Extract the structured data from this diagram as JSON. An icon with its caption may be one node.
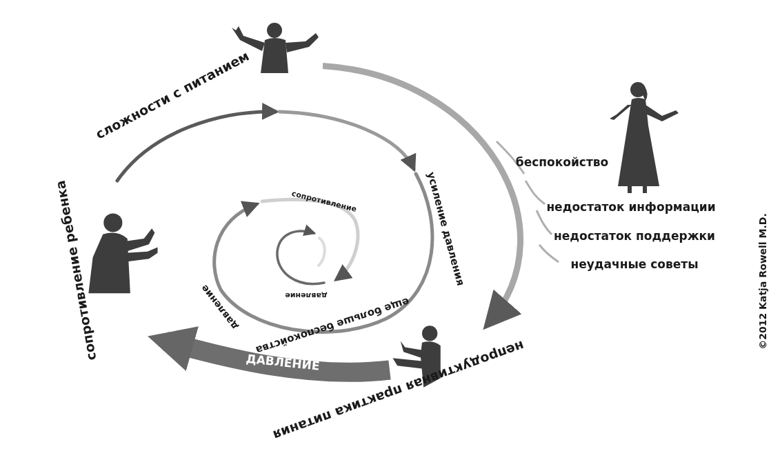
{
  "diagram": {
    "nodes": [
      {
        "text": [],
        "shape": "person"
      },
      {
        "text": [],
        "shape": "person"
      },
      {
        "text": [],
        "shape": "person"
      },
      {
        "text": [],
        "shape": "person"
      }
    ],
    "edges": [
      {
        "from": 0,
        "to": 2,
        "arrow": "to"
      },
      {
        "from": 2,
        "to": 3,
        "arrow": "to",
        "label": "ДАВЛЕНИЕ",
        "style": "thick"
      }
    ],
    "labels": [
      "сложности с питанием",
      "беспокойство",
      "сопротивление ребенка",
      "недостаток информации",
      "усиление давления",
      "сопротивление",
      "недостаток поддержки",
      "неудачные советы",
      "давление",
      "давление",
      "еще больше беспокойства",
      "непродуктивная практика питания",
      "©2012 Katja Rowell M.D."
    ]
  }
}
